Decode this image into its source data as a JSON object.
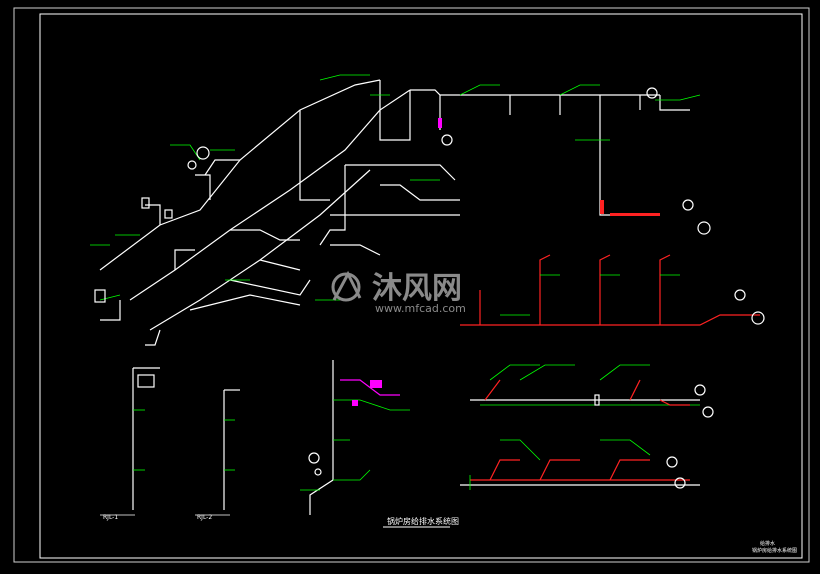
{
  "drawing": {
    "title": "锅炉房给排水系统图",
    "titleblock_line1": "给排水",
    "titleblock_line2": "锅炉房给排水系统图",
    "riser_label_1": "RJL-1",
    "riser_label_2": "RJL-2"
  },
  "watermark": {
    "brand_cn": "沐风网",
    "brand_url": "www.mfcad.com"
  },
  "colors": {
    "background": "#000000",
    "border": "#ffffff",
    "pipe_main": "#ffffff",
    "pipe_supply": "#00ff00",
    "pipe_return": "#ff2a2a",
    "pipe_drain": "#ff00ff",
    "annotation": "#00ff00",
    "watermark": "#8a8a8a"
  }
}
